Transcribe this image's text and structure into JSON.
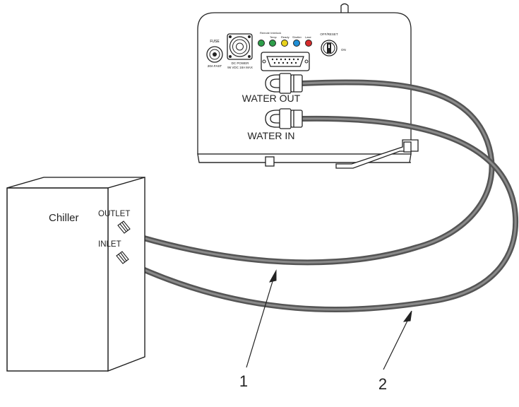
{
  "chiller": {
    "label": "Chiller",
    "outlet_label": "OUTLET",
    "inlet_label": "INLET"
  },
  "laser_unit": {
    "fuse_label": "FUSE",
    "fuse_rating": "20A FAST",
    "dc_power_label": "DC POWER",
    "dc_power_rating": "96 VDC 18A MAX",
    "indicators": [
      {
        "label": "Remote Interlock",
        "color": "#2e9e4a"
      },
      {
        "label": "Temp",
        "color": "#2e9e4a"
      },
      {
        "label": "Ready",
        "color": "#e8d21c"
      },
      {
        "label": "Shutter",
        "color": "#1f8fd6"
      },
      {
        "label": "Lase",
        "color": "#d62b2b"
      }
    ],
    "switch_label": "OFF/RESET",
    "switch_on_label": "ON",
    "water_out_label": "WATER OUT",
    "water_in_label": "WATER IN"
  },
  "callouts": {
    "hose_1": "1",
    "hose_2": "2"
  },
  "colors": {
    "hose": "#6b6b6b",
    "line": "#222222"
  }
}
